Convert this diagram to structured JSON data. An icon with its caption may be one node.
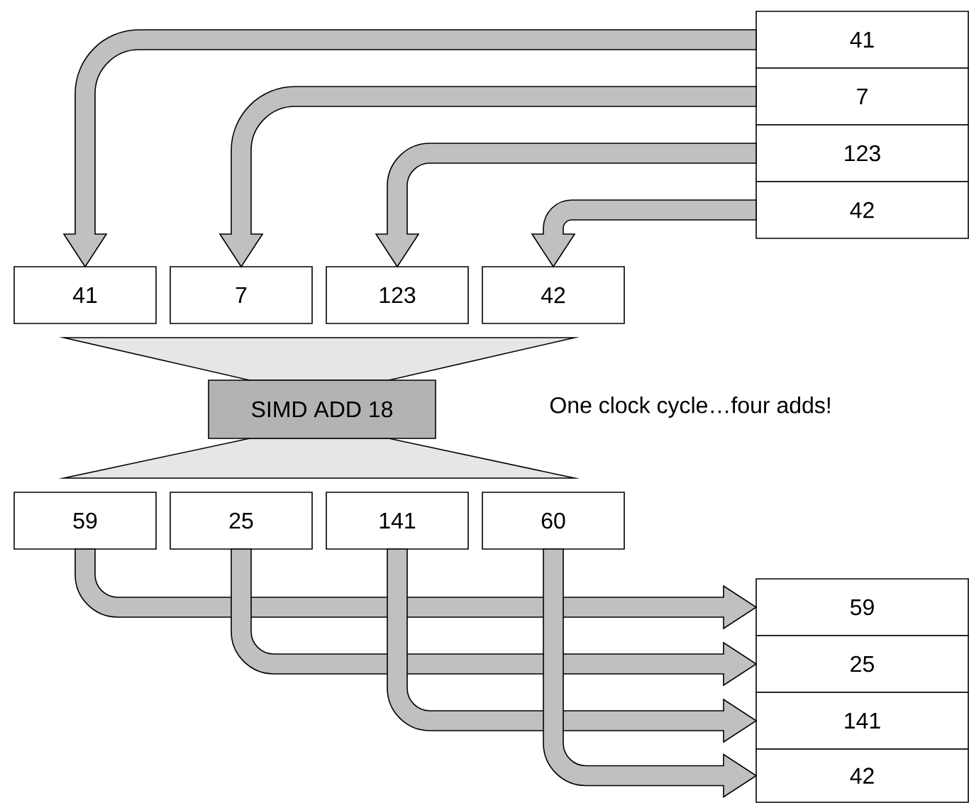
{
  "diagram": {
    "nodes": [
      {
        "text": [
          "41"
        ]
      },
      {
        "text": [
          "7"
        ]
      },
      {
        "text": [
          "123"
        ]
      },
      {
        "text": [
          "42"
        ]
      },
      {
        "text": [
          "41"
        ]
      },
      {
        "text": [
          "7"
        ]
      },
      {
        "text": [
          "123"
        ]
      },
      {
        "text": [
          "42"
        ]
      },
      {
        "text": [
          "SIMD ADD 18"
        ]
      },
      {
        "text": [
          "59"
        ]
      },
      {
        "text": [
          "25"
        ]
      },
      {
        "text": [
          "141"
        ]
      },
      {
        "text": [
          "60"
        ]
      },
      {
        "text": [
          "59"
        ]
      },
      {
        "text": [
          "25"
        ]
      },
      {
        "text": [
          "141"
        ]
      },
      {
        "text": [
          "42"
        ]
      },
      {
        "text": [],
        "shape": "trapezoid"
      },
      {
        "text": [],
        "shape": "trapezoid"
      }
    ],
    "edges": [
      {
        "from": 0,
        "to": 4,
        "arrow": "to"
      },
      {
        "from": 1,
        "to": 5,
        "arrow": "to"
      },
      {
        "from": 2,
        "to": 6,
        "arrow": "to"
      },
      {
        "from": 3,
        "to": 7,
        "arrow": "to"
      },
      {
        "from": 9,
        "to": 13,
        "arrow": "to"
      },
      {
        "from": 10,
        "to": 14,
        "arrow": "to"
      },
      {
        "from": 11,
        "to": 15,
        "arrow": "to"
      },
      {
        "from": 12,
        "to": 16,
        "arrow": "to"
      }
    ],
    "labels": [
      "One clock cycle…four adds!"
    ]
  }
}
